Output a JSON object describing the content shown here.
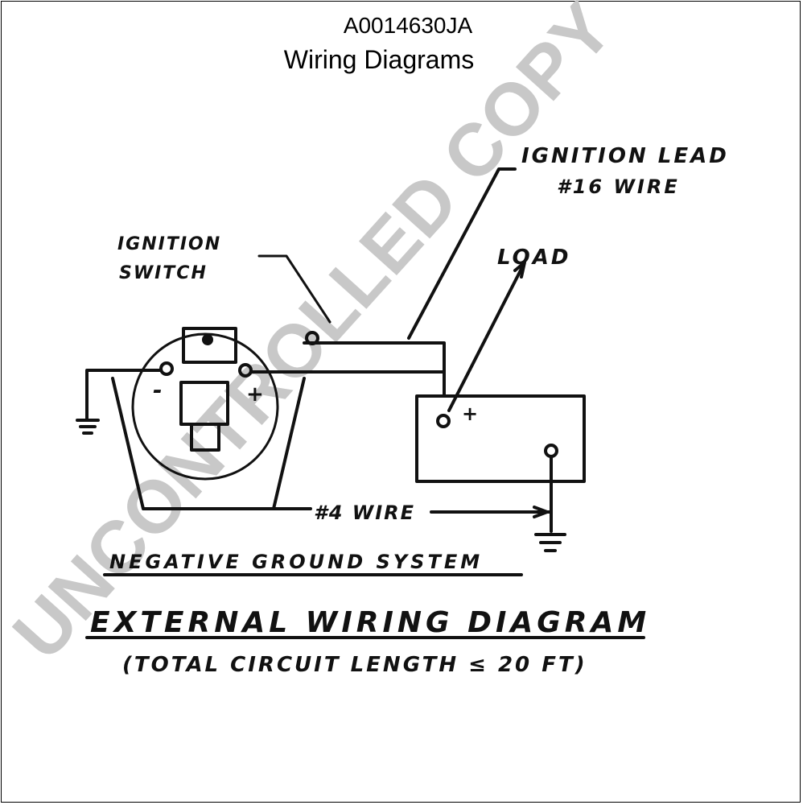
{
  "header": {
    "code": "A0014630JA",
    "title": "Wiring Diagrams"
  },
  "diagram": {
    "labels": {
      "ignition_lead_line1": "IGNITION LEAD",
      "ignition_lead_line2": "#16 WIRE",
      "ignition_switch_line1": "IGNITION",
      "ignition_switch_line2": "SWITCH",
      "load": "LOAD",
      "minus": "-",
      "plus_alt": "+",
      "plus_batt": "+",
      "wire4": "#4 WIRE",
      "system": "NEGATIVE GROUND SYSTEM",
      "main_title": "EXTERNAL WIRING DIAGRAM",
      "subtitle": "(TOTAL CIRCUIT LENGTH ≤ 20 FT)"
    }
  },
  "watermark": {
    "text": "UNCONTROLLED COPY",
    "color": "#c8c8c8"
  }
}
